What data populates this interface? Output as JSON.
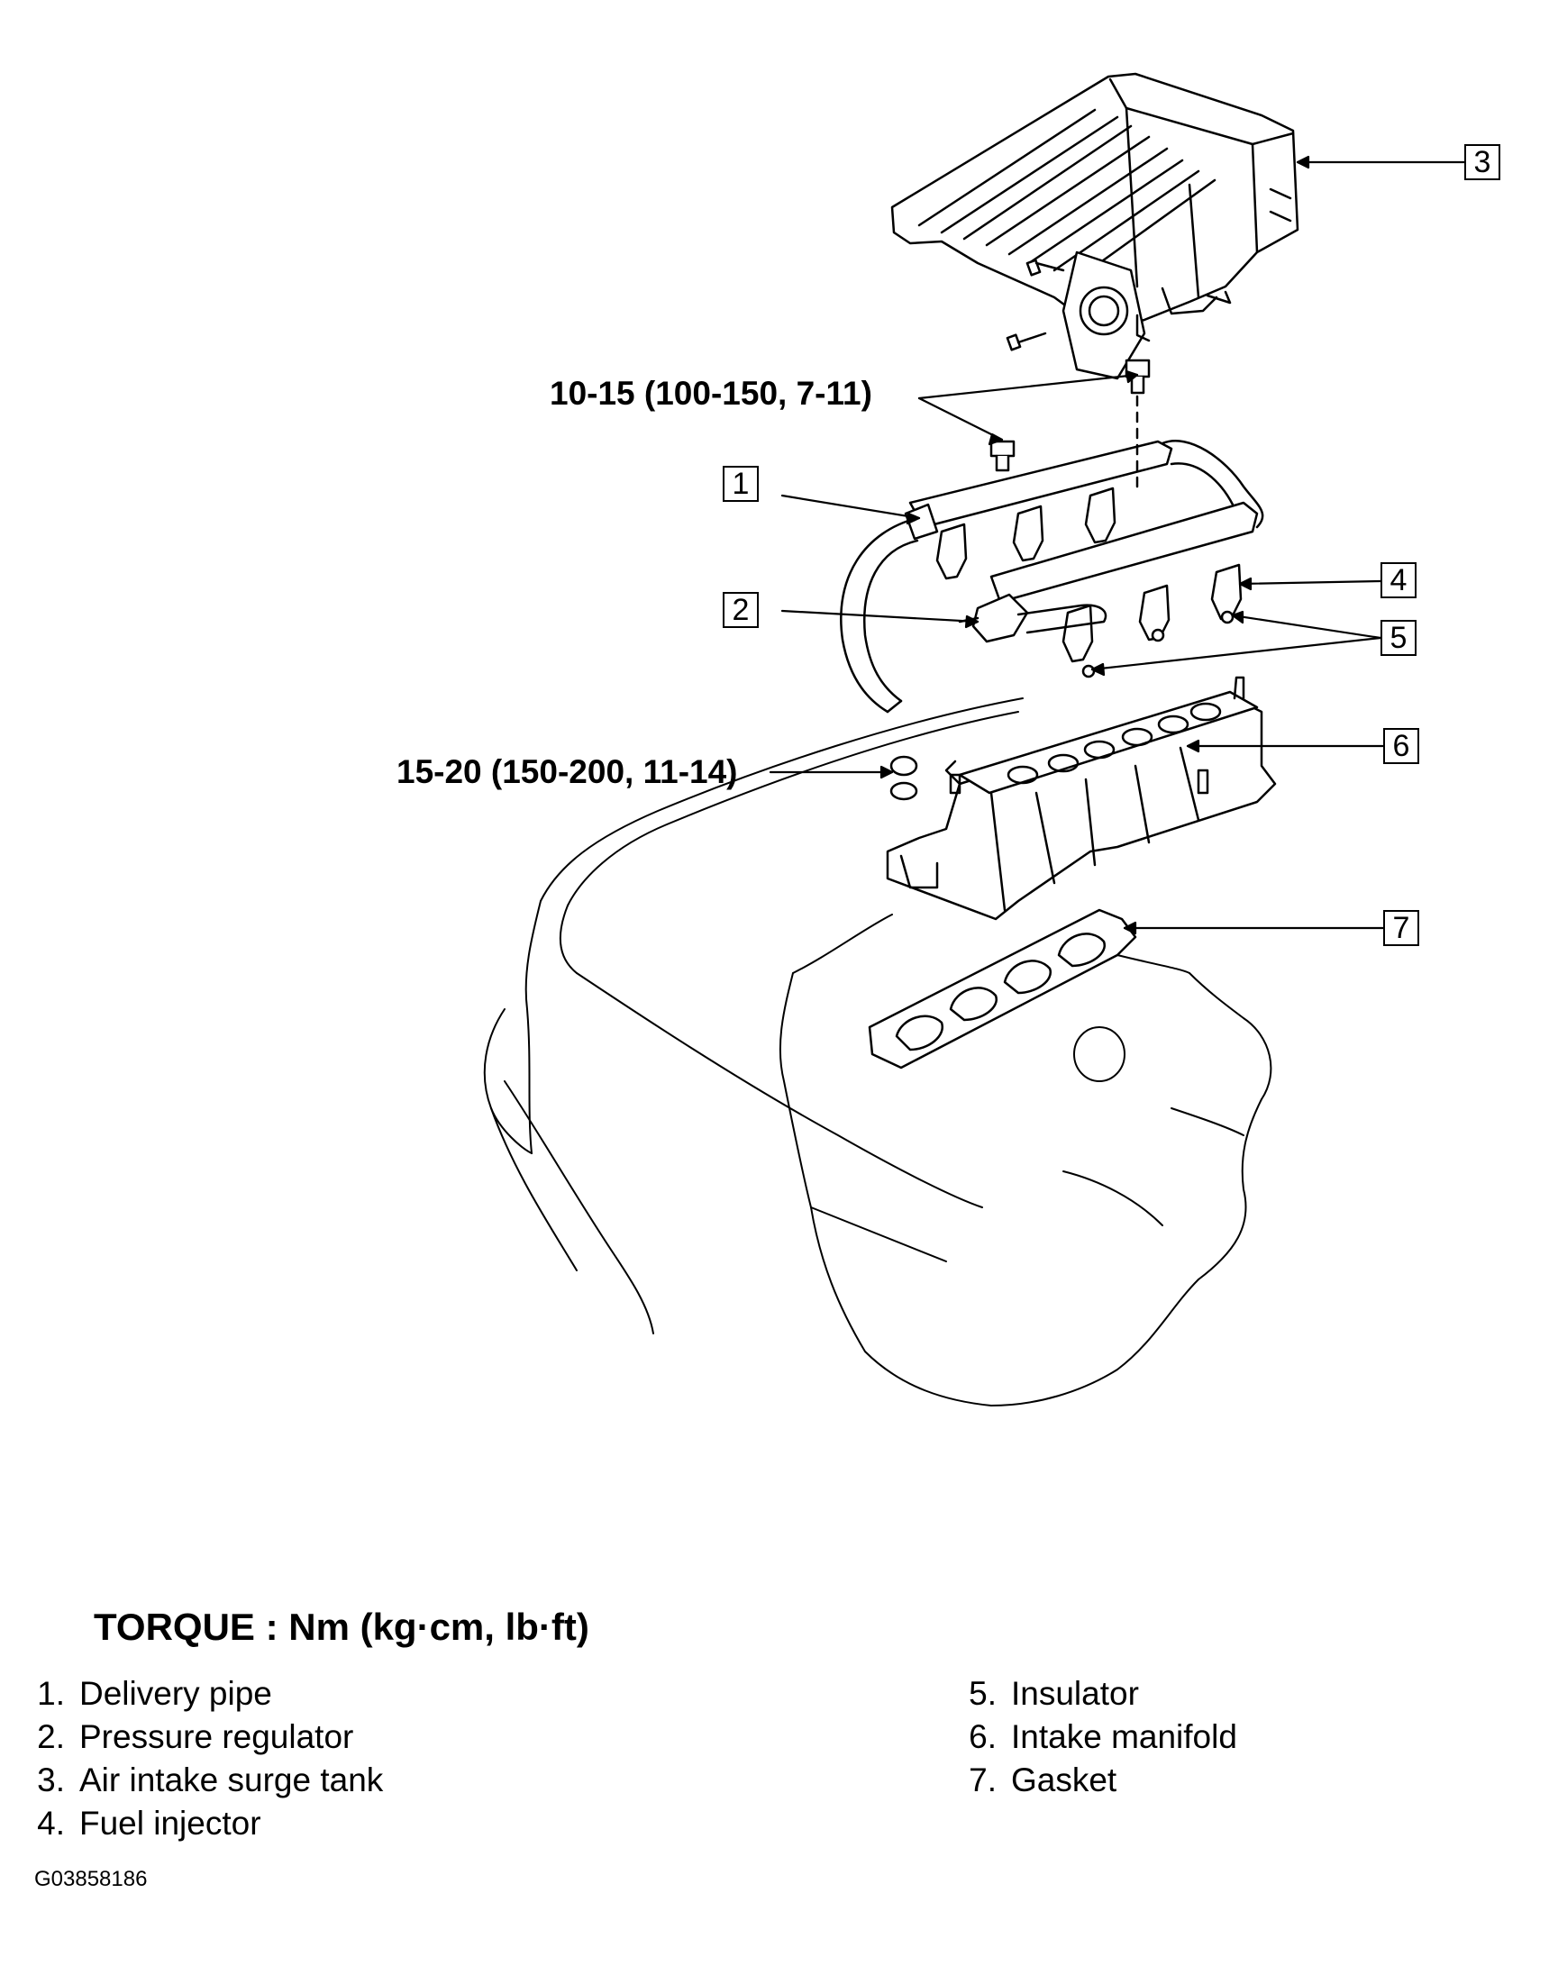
{
  "torque_labels": {
    "upper": "10-15 (100-150, 7-11)",
    "lower": "15-20 (150-200, 11-14)"
  },
  "callouts": [
    "1",
    "2",
    "3",
    "4",
    "5",
    "6",
    "7"
  ],
  "legend": {
    "title": "TORQUE : Nm (kg·cm, lb·ft)",
    "left_items": [
      {
        "num": "1.",
        "label": "Delivery pipe"
      },
      {
        "num": "2.",
        "label": "Pressure regulator"
      },
      {
        "num": "3.",
        "label": "Air intake surge tank"
      },
      {
        "num": "4.",
        "label": "Fuel injector"
      }
    ],
    "right_items": [
      {
        "num": "5.",
        "label": "Insulator"
      },
      {
        "num": "6.",
        "label": "Intake manifold"
      },
      {
        "num": "7.",
        "label": "Gasket"
      }
    ]
  },
  "figure_code": "G03858186"
}
